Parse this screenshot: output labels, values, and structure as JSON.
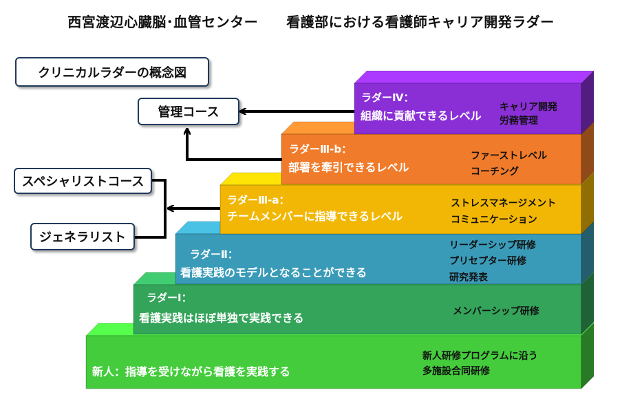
{
  "title": "西宮渡辺心臓脳･血管センター　　看護部における看護師キャリア開発ラダー",
  "concept_label": "クリニカルラダーの概念図",
  "courses": {
    "management": "管理コース",
    "specialist": "スペシャリストコース",
    "generalist": "ジェネラリスト"
  },
  "levels": [
    {
      "name": "",
      "description": "新人：指導を受けながら看護を実践する",
      "training": [
        "新人研修プログラムに沿う",
        "多施設合同研修"
      ],
      "color": "#44cc3c"
    },
    {
      "name": "ラダーⅠ：",
      "description": "看護実践はほぼ単独で実践できる",
      "training": [
        "メンバーシップ研修"
      ],
      "color": "#33a45a"
    },
    {
      "name": "ラダーⅡ：",
      "description": "看護実践のモデルとなることができる",
      "training": [
        "リーダーシップ研修",
        "プリセプター研修",
        "研究発表"
      ],
      "color": "#3a9bb8"
    },
    {
      "name": "ラダーⅢ-a：",
      "description": "チームメンバーに指導できるレベル",
      "training": [
        "ストレスマネージメント",
        "コミュニケーション"
      ],
      "color": "#f2b705"
    },
    {
      "name": "ラダーⅢ-b：",
      "description": "部署を牽引できるレベル",
      "training": [
        "ファーストレベル",
        "コーチング"
      ],
      "color": "#f07b2a"
    },
    {
      "name": "ラダーⅣ：",
      "description": "組織に貢献できるレベル",
      "training": [
        "キャリア開発",
        "労務管理"
      ],
      "color": "#8a2fd6"
    }
  ]
}
